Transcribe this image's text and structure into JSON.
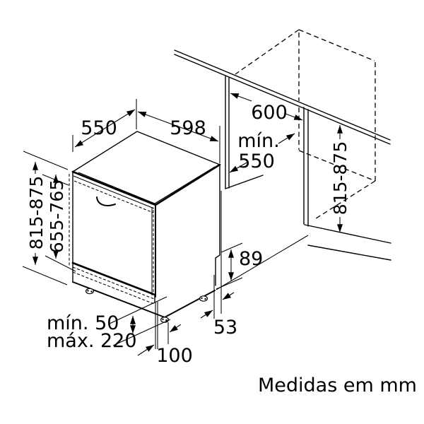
{
  "diagram": {
    "caption": "Medidas em mm",
    "colors": {
      "line": "#000000",
      "background": "#ffffff"
    },
    "dimensions": {
      "top_depth": "550",
      "top_width": "598",
      "niche_width": "600",
      "niche_depth_line1": "mín.",
      "niche_depth_line2": "550",
      "niche_height": "815-875",
      "appliance_height": "815-875",
      "door_height": "655-765",
      "plinth_min": "mín. 50",
      "plinth_max": "máx. 220",
      "front_foot_offset": "100",
      "rear_clearance": "89",
      "rear_foot_offset": "53"
    }
  }
}
